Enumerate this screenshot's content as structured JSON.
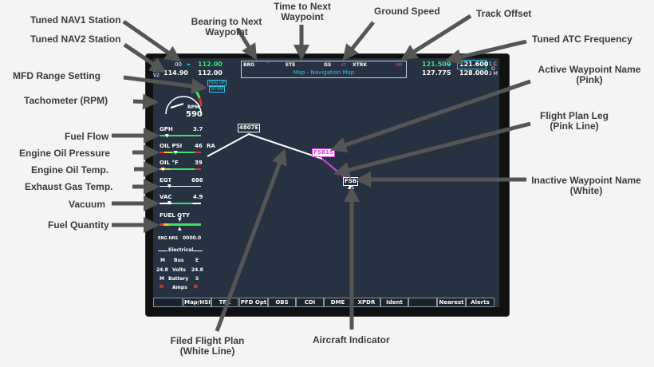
{
  "callouts": {
    "nav1": "Tuned NAV1 Station",
    "nav2": "Tuned NAV2 Station",
    "bearing": "Bearing to Next\nWaypoint",
    "ete": "Time to Next\nWaypoint",
    "gs": "Ground Speed",
    "xtrk": "Track Offset",
    "atc": "Tuned ATC Frequency",
    "range": "MFD Range Setting",
    "rpm": "Tachometer (RPM)",
    "active_wp": "Active Waypoint Name\n(Pink)",
    "fuel_flow": "Fuel Flow",
    "oil_psi": "Engine Oil Pressure",
    "oil_temp": "Engine Oil Temp.",
    "egt": "Exhaust Gas Temp.",
    "vacuum": "Vacuum",
    "fuel_qty": "Fuel Quantity",
    "fp_leg": "Flight Plan Leg\n(Pink Line)",
    "inactive_wp": "Inactive Waypoint Name\n(White)",
    "filed_fp": "Filed Flight Plan\n(White Line)",
    "aircraft": "Aircraft Indicator"
  },
  "nav": {
    "n1_label": "N",
    "n1_standby": "00",
    "n1_active": "112.00",
    "n2_label": "A V2",
    "n2_standby": "114.90",
    "n2_active": "112.00"
  },
  "com": {
    "active": "121.500",
    "standby1": "121.600",
    "c1": "1 C",
    "c2": "O",
    "active2": "127.775",
    "standby2": "128.000",
    "c3": "2 M"
  },
  "topbar": {
    "brg": "BRG",
    "ete": "ETE",
    "gs": "GS",
    "kt": "KT",
    "xtrk": "XTRK",
    "nm": "NM",
    "page_title": "Map - Navigation Map"
  },
  "map": {
    "hdg_up": "HDG UP",
    "range": "50 NM",
    "wp_top": "4807E",
    "wp_left": "RA",
    "wp_active": "FSB15",
    "wp_inactive": "FSB"
  },
  "engine": {
    "rpm_label": "RPM",
    "rpm_value": "590",
    "gph_label": "GPH",
    "gph_value": "3.7",
    "oil_psi_label": "OIL PSI",
    "oil_psi_value": "46",
    "oil_f_label": "OIL °F",
    "oil_f_value": "39",
    "egt_label": "EGT",
    "egt_value": "686",
    "vac_label": "VAC",
    "vac_value": "4.9",
    "fuel_qty_label": "FUEL QTY",
    "eng_hrs_label": "ENG HRS",
    "eng_hrs_value": "0000.0",
    "electrical_title": "Electrical",
    "elec_m": "M",
    "elec_bus": "Bus",
    "elec_e": "E",
    "volts_l": "24.8",
    "volts_label": "Volts",
    "volts_r": "24.8",
    "bat_m": "M",
    "battery_label": "Battery",
    "bat_s": "S",
    "amps_label": "Amps"
  },
  "softkeys": [
    "Map/HSI",
    "TFC Map",
    "PFD Opt",
    "OBS",
    "CDI",
    "DME",
    "XPDR",
    "Ident",
    "Nearest",
    "Alerts"
  ],
  "colors": {
    "screen": "#263241",
    "green": "#3fe06a",
    "cyan": "#2ec4e8",
    "magenta": "#e040e0",
    "arrow": "#555555"
  }
}
